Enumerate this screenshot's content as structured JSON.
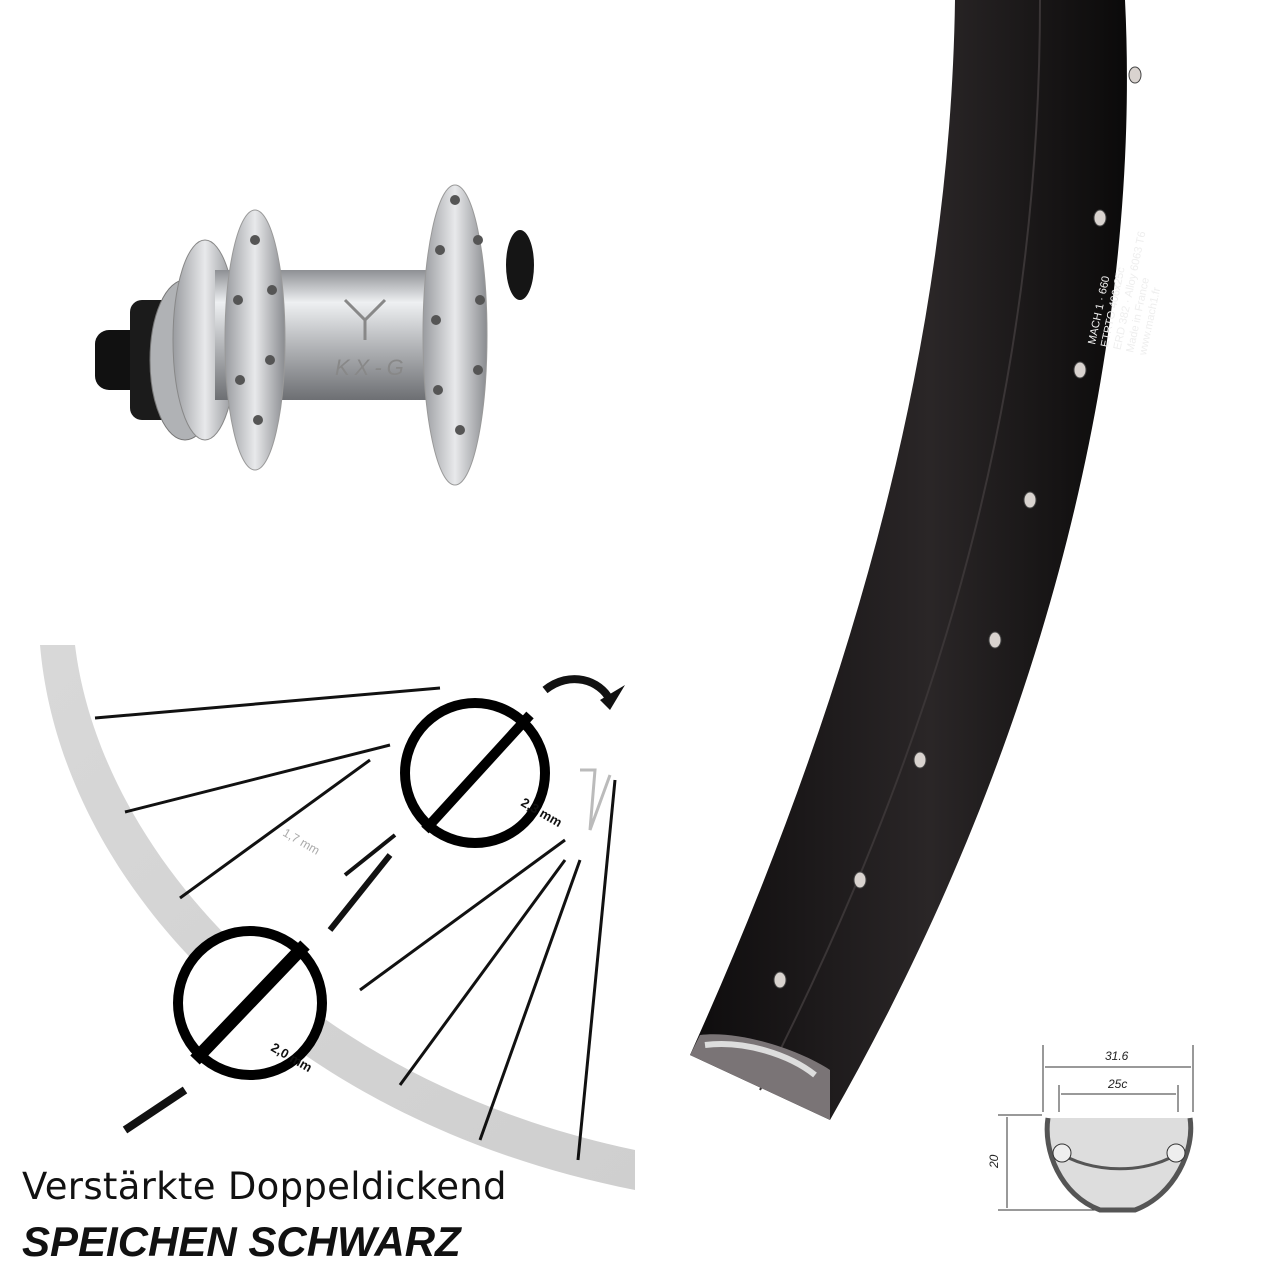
{
  "hub": {
    "brand_mark": "KX-G",
    "color": "#c9cacc"
  },
  "rim": {
    "color": "#1a1718",
    "sticker_lines": [
      "MACH 1 · 660",
      "ETRTO 406x25c",
      "ERD 382 · Alloy 6063 T6",
      "Made in France",
      "www.mach1.fr"
    ]
  },
  "profile": {
    "outer_width": "31.6",
    "inner_width": "25c",
    "height": "20"
  },
  "spokes": {
    "label_middle": "2,3 mm",
    "label_end_outer": "2,0 mm",
    "label_thin": "1,7 mm"
  },
  "caption": {
    "line1": "Verstärkte Doppeldickend",
    "line2": "SPEICHEN SCHWARZ"
  }
}
